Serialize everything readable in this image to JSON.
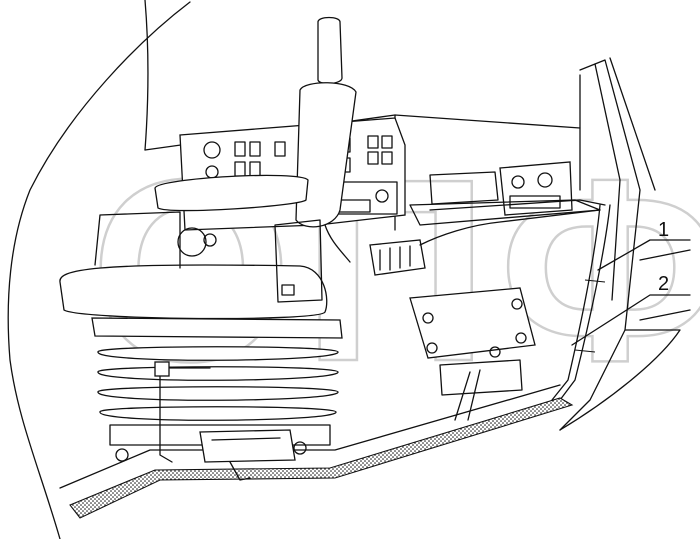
{
  "callouts": [
    {
      "id": "1",
      "label": "1"
    },
    {
      "id": "2",
      "label": "2"
    }
  ],
  "watermark": "ОПФ",
  "colors": {
    "line": "#111111",
    "background": "#ffffff",
    "watermark": "#c9c9c9"
  }
}
